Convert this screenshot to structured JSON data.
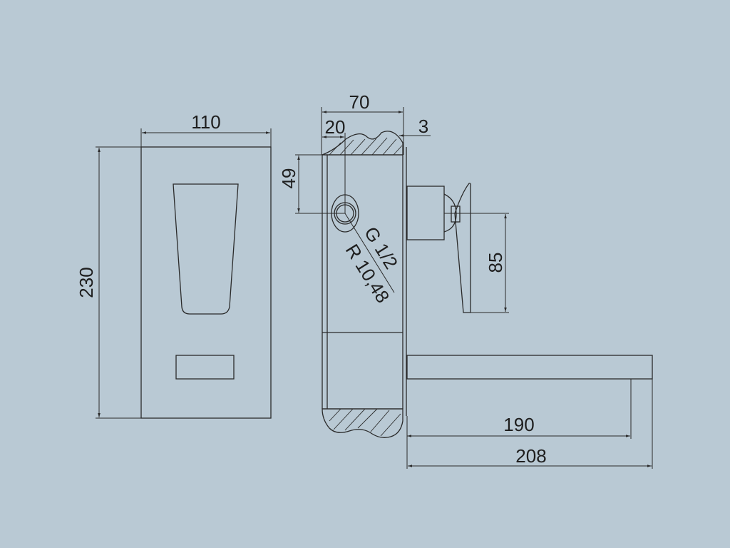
{
  "drawing": {
    "background": "#b9c9d4",
    "line_color": "#2a2a2a",
    "front_view": {
      "width_label": "110",
      "height_label": "230"
    },
    "side_view": {
      "depth_label": "70",
      "offset_label": "20",
      "plate_label": "3",
      "inlet_height_label": "49",
      "thread_label": "G 1/2",
      "radius_label": "R 10,48",
      "lever_height_label": "85",
      "spout_reach_label": "190",
      "spout_total_label": "208"
    }
  }
}
